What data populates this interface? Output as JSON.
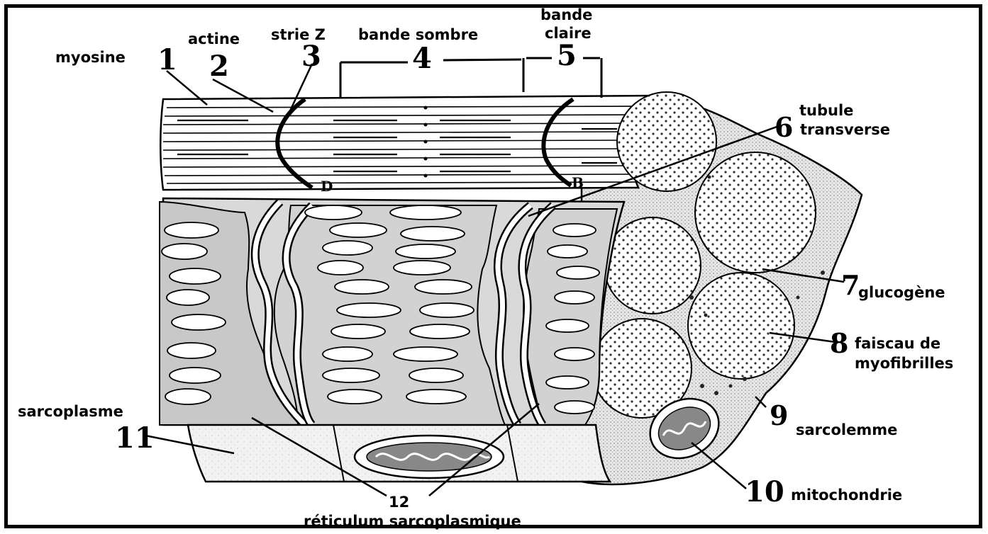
{
  "labels": {
    "myosine": {
      "number": "1",
      "text": "myosine"
    },
    "actine": {
      "number": "2",
      "text": "actine"
    },
    "strie_z": {
      "number": "3",
      "text": "strie Z"
    },
    "bande_sombre": {
      "number": "4",
      "text": "bande sombre"
    },
    "bande_claire": {
      "number": "5",
      "text_line1": "bande",
      "text_line2": "claire"
    },
    "tubule": {
      "number": "6",
      "text_line1": "tubule",
      "text_line2": "transverse"
    },
    "glucogene": {
      "number": "7",
      "text": "glucogène"
    },
    "faisceau": {
      "number": "8",
      "text_line1": "faiscau de",
      "text_line2": "myofibrilles"
    },
    "sarcolemme": {
      "number": "9",
      "text": "sarcolemme"
    },
    "mitochondrie": {
      "number": "10",
      "text": "mitochondrie"
    },
    "sarcoplasme": {
      "number": "11",
      "text": "sarcoplasme"
    },
    "reticulum": {
      "number": "12",
      "text": "réticulum sarcoplasmique"
    }
  },
  "band_letters": {
    "left": "D",
    "right": "B"
  }
}
